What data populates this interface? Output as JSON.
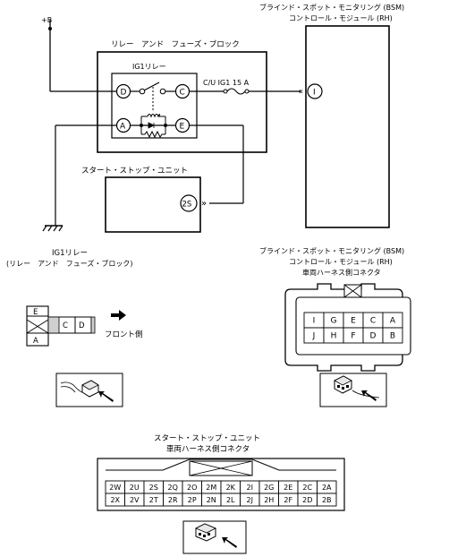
{
  "wiring": {
    "power_label": "+B",
    "relay_block_title": "リレー　アンド　フューズ・ブロック",
    "ig1_relay_label": "IG1リレー",
    "fuse_label": "C/U IG1 15 A",
    "bsm_title_line1": "ブラインド・スポット・モニタリング (BSM)",
    "bsm_title_line2": "コントロール・モジュール (RH)",
    "sscu_title": "スタート・ストップ・ユニット",
    "terminals": {
      "D": "D",
      "C": "C",
      "A": "A",
      "E": "E",
      "I": "I",
      "S2": "2S"
    }
  },
  "relay_connector": {
    "title_line1": "IG1リレー",
    "title_line2": "(リレー　アンド　フューズ・ブロック)",
    "cells": [
      "E",
      "C",
      "D",
      "A"
    ],
    "front_label": "フロント側"
  },
  "bsm_connector": {
    "title_line1": "ブラインド・スポット・モニタリング (BSM)",
    "title_line2": "コントロール・モジュール (RH)",
    "title_line3": "車両ハーネス側コネクタ",
    "row1": [
      "I",
      "G",
      "E",
      "C",
      "A"
    ],
    "row2": [
      "J",
      "H",
      "F",
      "D",
      "B"
    ]
  },
  "sscu_connector": {
    "title_line1": "スタート・ストップ・ユニット",
    "title_line2": "車両ハーネス側コネクタ",
    "row1": [
      "2W",
      "2U",
      "2S",
      "2Q",
      "2O",
      "2M",
      "2K",
      "2I",
      "2G",
      "2E",
      "2C",
      "2A"
    ],
    "row2": [
      "2X",
      "2V",
      "2T",
      "2R",
      "2P",
      "2N",
      "2L",
      "2J",
      "2H",
      "2F",
      "2D",
      "2B"
    ]
  },
  "icons": [
    "ground-symbol",
    "arrow-right-icon",
    "connector-view-icon",
    "resistor-symbol",
    "diode-symbol",
    "fuse-symbol"
  ]
}
